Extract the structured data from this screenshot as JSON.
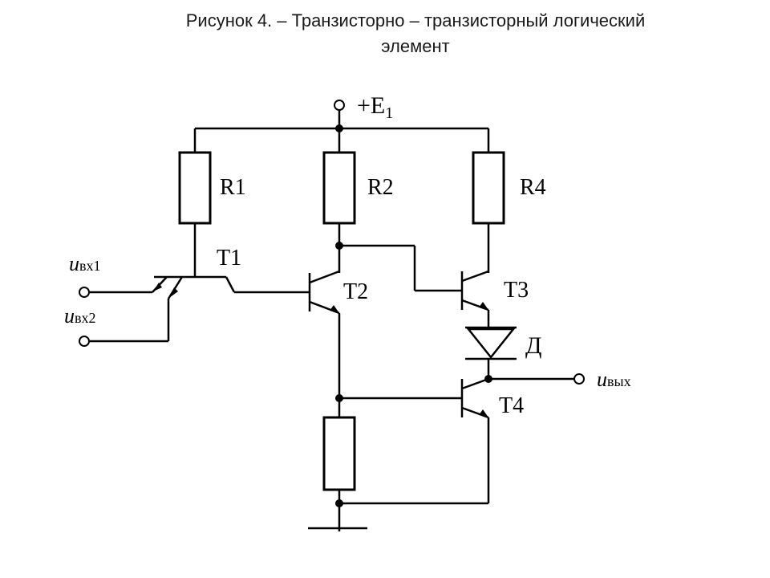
{
  "caption": {
    "line1": "Рисунок 4.   – Транзисторно – транзисторный логический",
    "line2": "элемент"
  },
  "supply": {
    "sign": "+E",
    "subscript": "1"
  },
  "resistors": [
    "R1",
    "R2",
    "R4"
  ],
  "transistors": [
    "T1",
    "T2",
    "T3",
    "T4"
  ],
  "diode": "Д",
  "inputs": [
    {
      "symbol": "u",
      "subscript": "вх1"
    },
    {
      "symbol": "u",
      "subscript": "вх2"
    }
  ],
  "output": {
    "symbol": "u",
    "subscript": "вых"
  }
}
